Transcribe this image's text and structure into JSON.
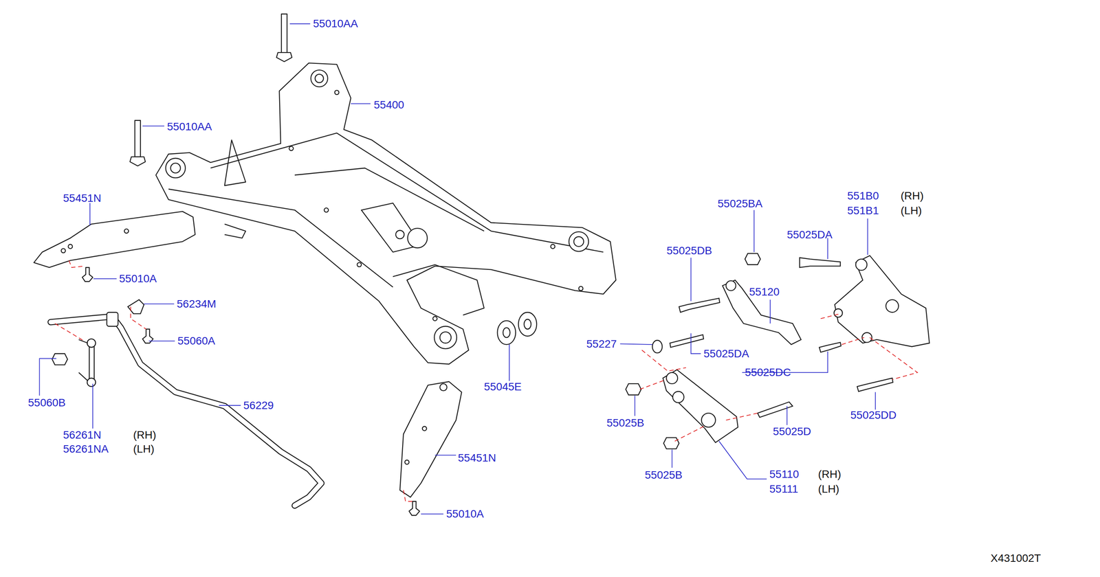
{
  "diagram": {
    "labels": [
      "55010AA",
      "55400",
      "55010AA",
      "55451N",
      "55025BA",
      "551B0",
      "(RH)",
      "551B1",
      "(LH)",
      "55025DA",
      "55025DB",
      "55010A",
      "55120",
      "56234M",
      "55060A",
      "55227",
      "55025DA",
      "55025DC",
      "55045E",
      "55060B",
      "56229",
      "55025DD",
      "55025B",
      "55025D",
      "56261N",
      "(RH)",
      "56261NA",
      "(LH)",
      "55451N",
      "55110",
      "(RH)",
      "55025B",
      "55111",
      "(LH)",
      "55010A",
      "X431002T"
    ]
  }
}
